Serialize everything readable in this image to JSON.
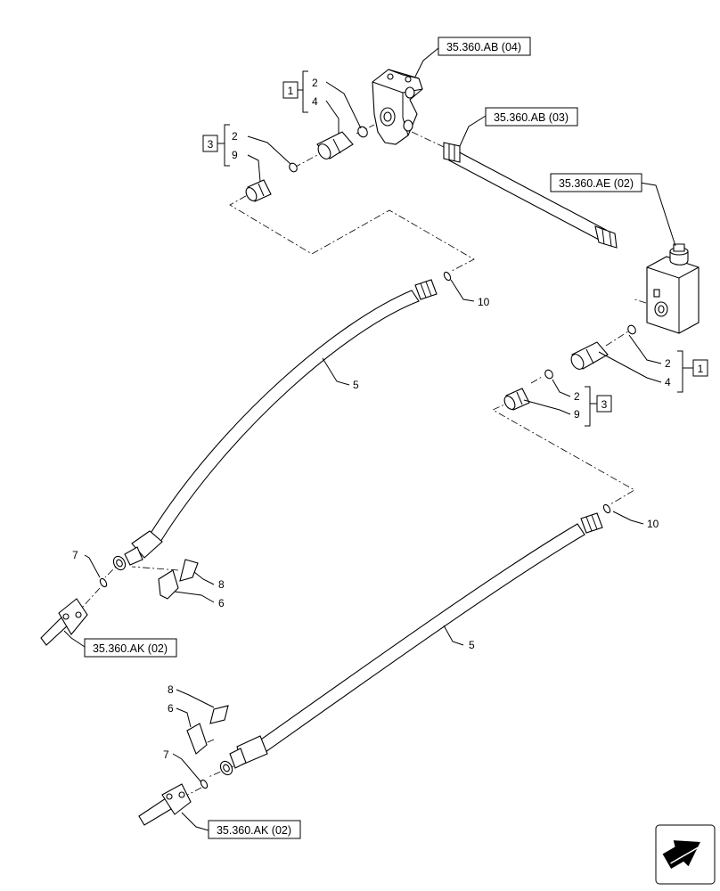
{
  "references": {
    "ab04": "35.360.AB (04)",
    "ab03": "35.360.AB (03)",
    "ae02": "35.360.AE (02)",
    "ak02_upper": "35.360.AK (02)",
    "ak02_lower": "35.360.AK (02)"
  },
  "kits": {
    "kit1_left": "1",
    "kit3_left": "3",
    "kit1_right": "1",
    "kit3_right": "3"
  },
  "callouts": {
    "upper_left_2a": "2",
    "upper_left_4": "4",
    "upper_left_2b": "2",
    "upper_left_9": "9",
    "hose_upper_10": "10",
    "hose_upper_5": "5",
    "hose_upper_7": "7",
    "hose_upper_8": "8",
    "hose_upper_6": "6",
    "right_2a": "2",
    "right_4": "4",
    "right_2b": "2",
    "right_9": "9",
    "hose_lower_10": "10",
    "hose_lower_5": "5",
    "hose_lower_8": "8",
    "hose_lower_6": "6",
    "hose_lower_7": "7"
  },
  "icons": {
    "nav": "arrow-navigation-icon"
  }
}
